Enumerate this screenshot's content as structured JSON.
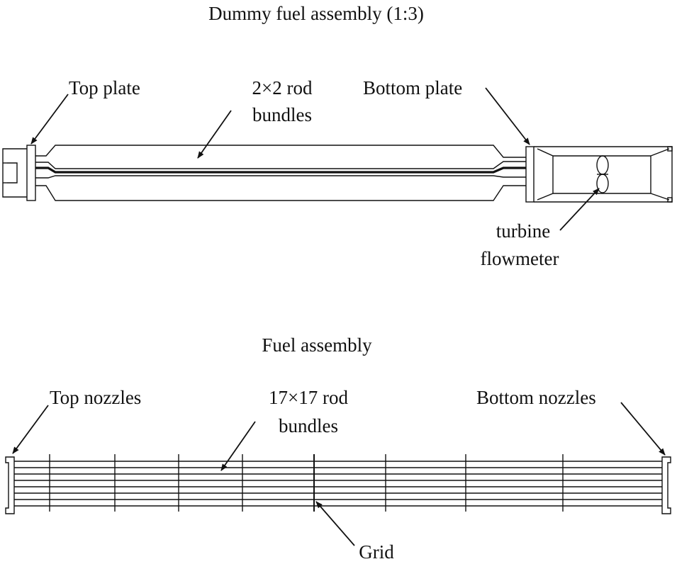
{
  "dummy": {
    "title": "Dummy fuel assembly (1:3)",
    "top_plate_label": "Top plate",
    "rod_bundles_line1": "2×2  rod",
    "rod_bundles_line2": "bundles",
    "bottom_plate_label": "Bottom plate",
    "flowmeter_line1": "turbine",
    "flowmeter_line2": "flowmeter"
  },
  "fuel": {
    "title": "Fuel assembly",
    "top_nozzles_label": "Top nozzles",
    "rod_bundles_line1": "17×17  rod",
    "rod_bundles_line2": "bundles",
    "bottom_nozzles_label": "Bottom nozzles",
    "grid_label": "Grid"
  }
}
